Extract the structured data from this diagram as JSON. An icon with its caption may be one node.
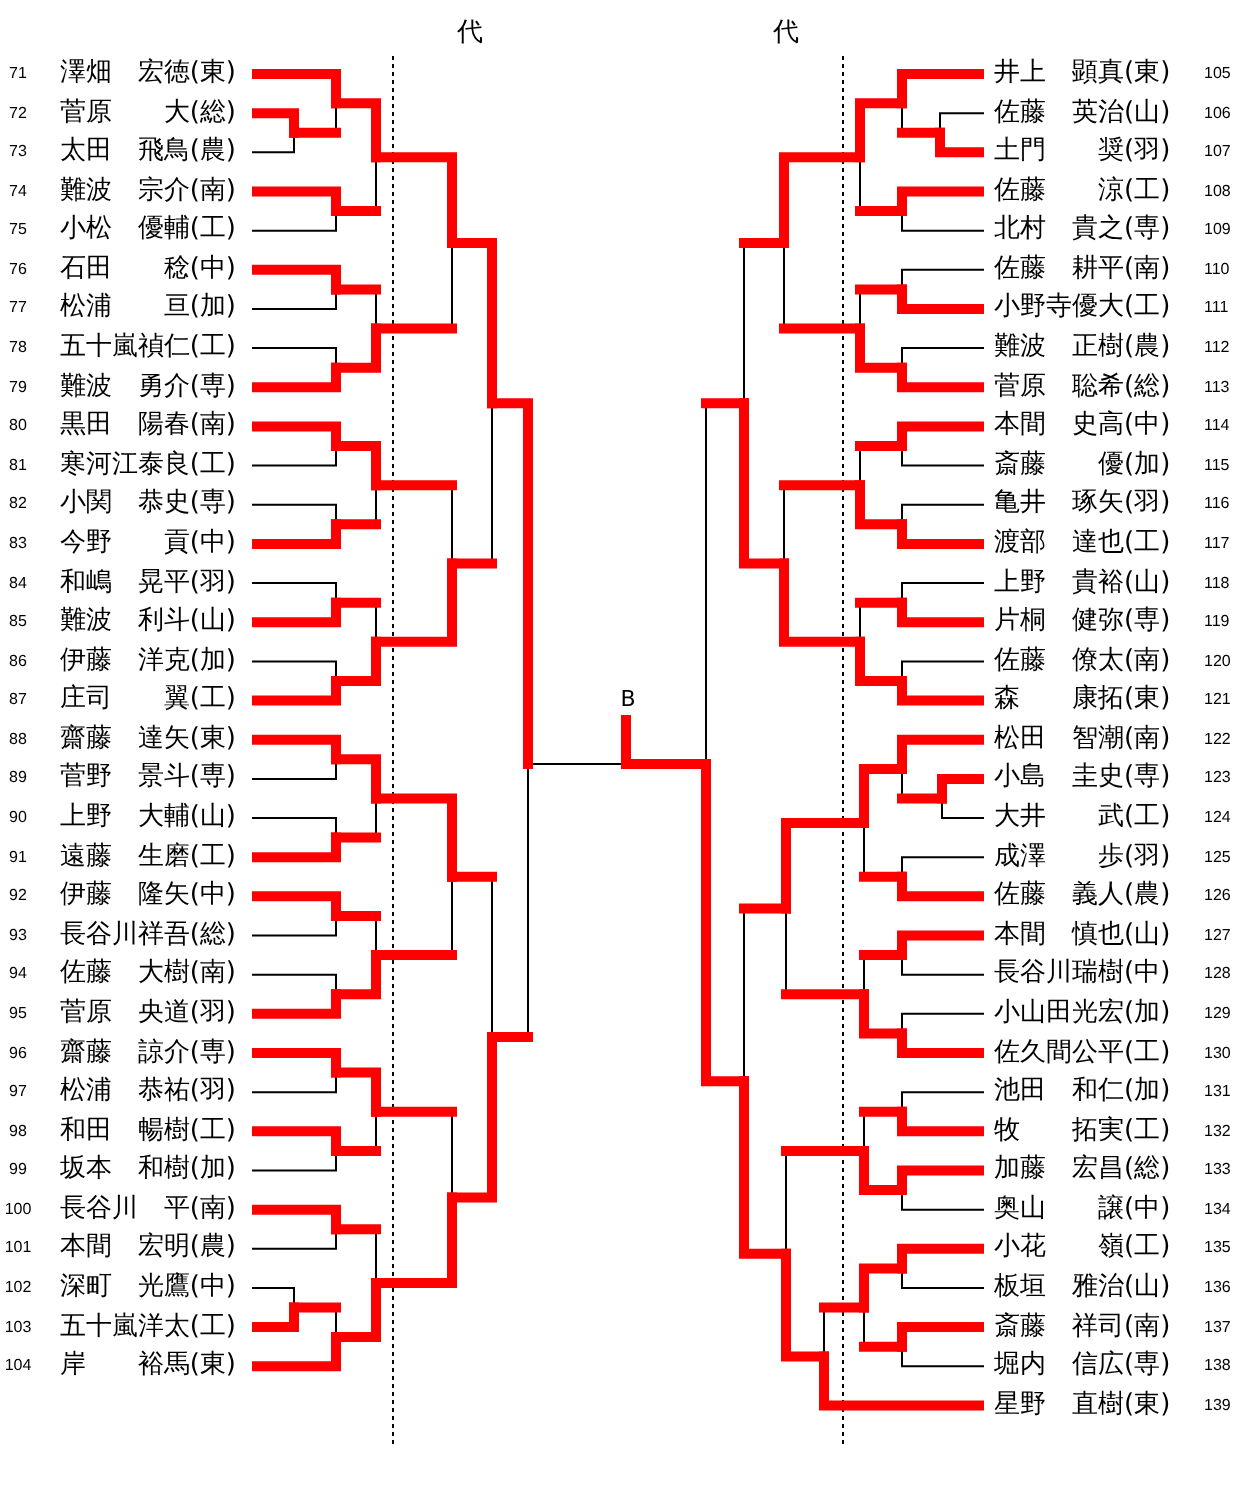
{
  "diagram": {
    "nodes": [
      {
        "text": [
          "澤畑　宏徳(東)"
        ],
        "beside": [
          "71"
        ]
      },
      {
        "text": [
          "菅原　　大(総)"
        ],
        "beside": [
          "72"
        ]
      },
      {
        "text": [
          "太田　飛鳥(農)"
        ],
        "beside": [
          "73"
        ]
      },
      {
        "text": [
          "難波　宗介(南)"
        ],
        "beside": [
          "74"
        ]
      },
      {
        "text": [
          "小松　優輔(工)"
        ],
        "beside": [
          "75"
        ]
      },
      {
        "text": [
          "石田　　稔(中)"
        ],
        "beside": [
          "76"
        ]
      },
      {
        "text": [
          "松浦　　亘(加)"
        ],
        "beside": [
          "77"
        ]
      },
      {
        "text": [
          "五十嵐禎仁(工)"
        ],
        "beside": [
          "78"
        ]
      },
      {
        "text": [
          "難波　勇介(専)"
        ],
        "beside": [
          "79"
        ]
      },
      {
        "text": [
          "黒田　陽春(南)"
        ],
        "beside": [
          "80"
        ]
      },
      {
        "text": [
          "寒河江泰良(工)"
        ],
        "beside": [
          "81"
        ]
      },
      {
        "text": [
          "小関　恭史(専)"
        ],
        "beside": [
          "82"
        ]
      },
      {
        "text": [
          "今野　　貢(中)"
        ],
        "beside": [
          "83"
        ]
      },
      {
        "text": [
          "和嶋　晃平(羽)"
        ],
        "beside": [
          "84"
        ]
      },
      {
        "text": [
          "難波　利斗(山)"
        ],
        "beside": [
          "85"
        ]
      },
      {
        "text": [
          "伊藤　洋克(加)"
        ],
        "beside": [
          "86"
        ]
      },
      {
        "text": [
          "庄司　　翼(工)"
        ],
        "beside": [
          "87"
        ]
      },
      {
        "text": [
          "齋藤　達矢(東)"
        ],
        "beside": [
          "88"
        ]
      },
      {
        "text": [
          "菅野　景斗(専)"
        ],
        "beside": [
          "89"
        ]
      },
      {
        "text": [
          "上野　大輔(山)"
        ],
        "beside": [
          "90"
        ]
      },
      {
        "text": [
          "遠藤　生磨(工)"
        ],
        "beside": [
          "91"
        ]
      },
      {
        "text": [
          "伊藤　隆矢(中)"
        ],
        "beside": [
          "92"
        ]
      },
      {
        "text": [
          "長谷川祥吾(総)"
        ],
        "beside": [
          "93"
        ]
      },
      {
        "text": [
          "佐藤　大樹(南)"
        ],
        "beside": [
          "94"
        ]
      },
      {
        "text": [
          "菅原　央道(羽)"
        ],
        "beside": [
          "95"
        ]
      },
      {
        "text": [
          "齋藤　諒介(専)"
        ],
        "beside": [
          "96"
        ]
      },
      {
        "text": [
          "松浦　恭祐(羽)"
        ],
        "beside": [
          "97"
        ]
      },
      {
        "text": [
          "和田　暢樹(工)"
        ],
        "beside": [
          "98"
        ]
      },
      {
        "text": [
          "坂本　和樹(加)"
        ],
        "beside": [
          "99"
        ]
      },
      {
        "text": [
          "長谷川　平(南)"
        ],
        "beside": [
          "100"
        ]
      },
      {
        "text": [
          "本間　宏明(農)"
        ],
        "beside": [
          "101"
        ]
      },
      {
        "text": [
          "深町　光鷹(中)"
        ],
        "beside": [
          "102"
        ]
      },
      {
        "text": [
          "五十嵐洋太(工)"
        ],
        "beside": [
          "103"
        ]
      },
      {
        "text": [
          "岸　　裕馬(東)"
        ],
        "beside": [
          "104"
        ]
      },
      {
        "text": [
          "井上　顕真(東)"
        ],
        "beside": [
          "105"
        ]
      },
      {
        "text": [
          "佐藤　英治(山)"
        ],
        "beside": [
          "106"
        ]
      },
      {
        "text": [
          "土門　　奨(羽)"
        ],
        "beside": [
          "107"
        ]
      },
      {
        "text": [
          "佐藤　　涼(工)"
        ],
        "beside": [
          "108"
        ]
      },
      {
        "text": [
          "北村　貴之(専)"
        ],
        "beside": [
          "109"
        ]
      },
      {
        "text": [
          "佐藤　耕平(南)"
        ],
        "beside": [
          "110"
        ]
      },
      {
        "text": [
          "小野寺優大(工)"
        ],
        "beside": [
          "111"
        ]
      },
      {
        "text": [
          "難波　正樹(農)"
        ],
        "beside": [
          "112"
        ]
      },
      {
        "text": [
          "菅原　聡希(総)"
        ],
        "beside": [
          "113"
        ]
      },
      {
        "text": [
          "本間　史高(中)"
        ],
        "beside": [
          "114"
        ]
      },
      {
        "text": [
          "斎藤　　優(加)"
        ],
        "beside": [
          "115"
        ]
      },
      {
        "text": [
          "亀井　琢矢(羽)"
        ],
        "beside": [
          "116"
        ]
      },
      {
        "text": [
          "渡部　達也(工)"
        ],
        "beside": [
          "117"
        ]
      },
      {
        "text": [
          "上野　貴裕(山)"
        ],
        "beside": [
          "118"
        ]
      },
      {
        "text": [
          "片桐　健弥(専)"
        ],
        "beside": [
          "119"
        ]
      },
      {
        "text": [
          "佐藤　僚太(南)"
        ],
        "beside": [
          "120"
        ]
      },
      {
        "text": [
          "森　　康拓(東)"
        ],
        "beside": [
          "121"
        ]
      },
      {
        "text": [
          "松田　智潮(南)"
        ],
        "beside": [
          "122"
        ]
      },
      {
        "text": [
          "小島　圭史(専)"
        ],
        "beside": [
          "123"
        ]
      },
      {
        "text": [
          "大井　　武(工)"
        ],
        "beside": [
          "124"
        ]
      },
      {
        "text": [
          "成澤　　歩(羽)"
        ],
        "beside": [
          "125"
        ]
      },
      {
        "text": [
          "佐藤　義人(農)"
        ],
        "beside": [
          "126"
        ]
      },
      {
        "text": [
          "本間　慎也(山)"
        ],
        "beside": [
          "127"
        ]
      },
      {
        "text": [
          "長谷川瑞樹(中)"
        ],
        "beside": [
          "128"
        ]
      },
      {
        "text": [
          "小山田光宏(加)"
        ],
        "beside": [
          "129"
        ]
      },
      {
        "text": [
          "佐久間公平(工)"
        ],
        "beside": [
          "130"
        ]
      },
      {
        "text": [
          "池田　和仁(加)"
        ],
        "beside": [
          "131"
        ]
      },
      {
        "text": [
          "牧　　拓実(工)"
        ],
        "beside": [
          "132"
        ]
      },
      {
        "text": [
          "加藤　宏昌(総)"
        ],
        "beside": [
          "133"
        ]
      },
      {
        "text": [
          "奥山　　譲(中)"
        ],
        "beside": [
          "134"
        ]
      },
      {
        "text": [
          "小花　　嶺(工)"
        ],
        "beside": [
          "135"
        ]
      },
      {
        "text": [
          "板垣　雅治(山)"
        ],
        "beside": [
          "136"
        ]
      },
      {
        "text": [
          "斎藤　祥司(南)"
        ],
        "beside": [
          "137"
        ]
      },
      {
        "text": [
          "堀内　信広(専)"
        ],
        "beside": [
          "138"
        ]
      },
      {
        "text": [
          "星野　直樹(東)"
        ],
        "beside": [
          "139"
        ]
      }
    ],
    "labels": [
      "代",
      "代",
      "B"
    ]
  }
}
